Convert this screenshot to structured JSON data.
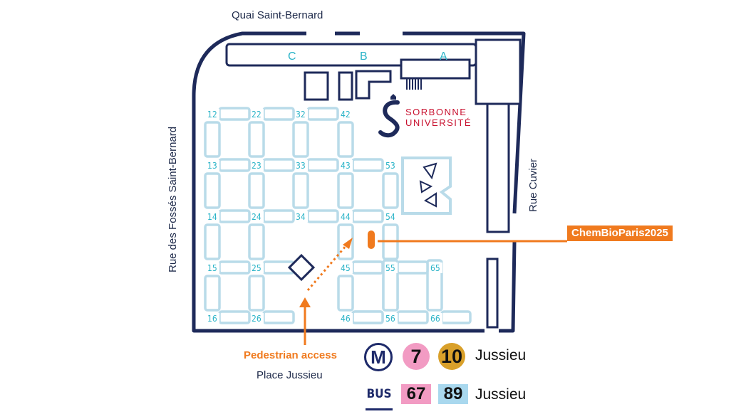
{
  "streets": {
    "north": "Quai Saint-Bernard",
    "west": "Rue des Fossés Saint-Bernard",
    "east": "Rue Cuvier"
  },
  "buildings": [
    "C",
    "B",
    "A"
  ],
  "towers": [
    "12",
    "22",
    "32",
    "42",
    "13",
    "23",
    "33",
    "43",
    "53",
    "14",
    "24",
    "34",
    "44",
    "54",
    "15",
    "25",
    "45",
    "55",
    "65",
    "16",
    "26",
    "46",
    "56",
    "66"
  ],
  "logo": {
    "line1": "SORBONNE",
    "line2": "UNIVERSITÉ"
  },
  "event": {
    "label": "ChemBioParis2025",
    "color": "#f07a1e"
  },
  "access": {
    "label": "Pedestrian access",
    "place": "Place Jussieu"
  },
  "metro": {
    "icon": "metro-m-icon",
    "lines": [
      {
        "number": "7",
        "color": "#f29bc3"
      },
      {
        "number": "10",
        "color": "#d9a02a"
      }
    ],
    "stop": "Jussieu"
  },
  "bus": {
    "icon_label": "BUS",
    "lines": [
      {
        "number": "67",
        "color": "#f29bc3"
      },
      {
        "number": "89",
        "color": "#a9d8ee"
      }
    ],
    "stop": "Jussieu"
  },
  "colors": {
    "navy": "#1e2a5a",
    "grid": "#b9dbe9",
    "teal": "#2bb4c8",
    "orange": "#f07a1e"
  }
}
